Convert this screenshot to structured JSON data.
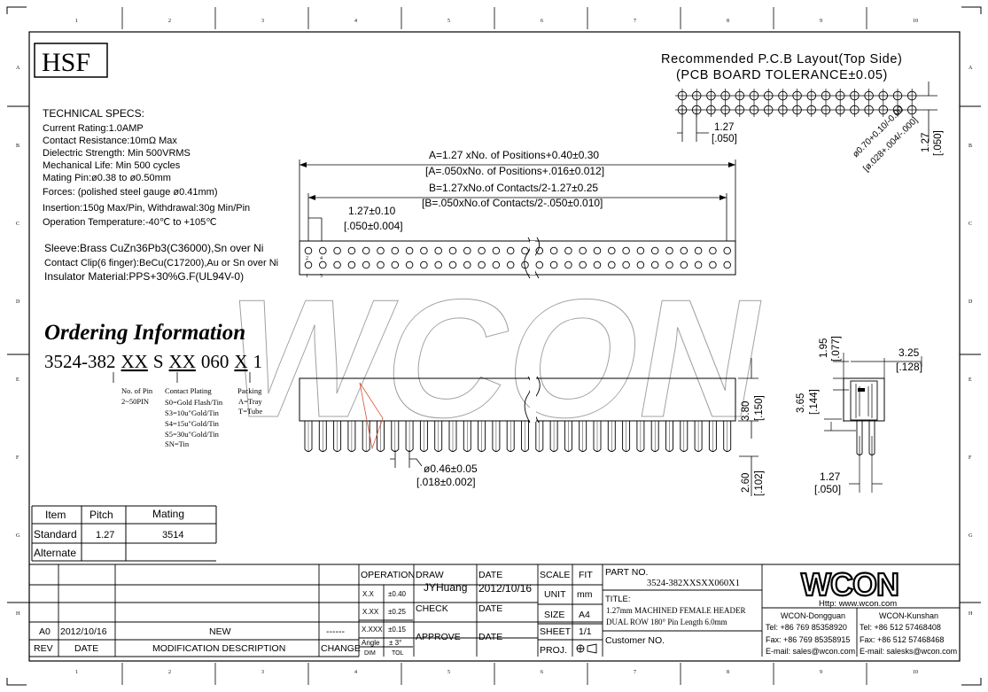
{
  "logo_text": "HSF",
  "ruler": {
    "cols": [
      "1",
      "2",
      "3",
      "4",
      "5",
      "6",
      "7",
      "8",
      "9",
      "10"
    ],
    "rows": [
      "A",
      "B",
      "C",
      "D",
      "E",
      "F",
      "G",
      "H"
    ]
  },
  "specs": {
    "title": "TECHNICAL SPECS:",
    "lines": [
      "Current Rating:1.0AMP",
      "Contact Resistance:10mΩ Max",
      "Dielectric Strength: Min 500VRMS",
      "Mechanical Life: Min 500 cycles",
      "Mating Pin:ø0.38 to ø0.50mm",
      "Forces: (polished steel gauge ø0.41mm)",
      "Insertion:150g Max/Pin, Withdrawal:30g Min/Pin",
      "Operation Temperature:-40℃ to +105℃"
    ],
    "materials": [
      "Sleeve:Brass CuZn36Pb3(C36000),Sn over Ni",
      "Contact Clip(6 finger):BeCu(C17200),Au or Sn over Ni",
      "Insulator Material:PPS+30%G.F(UL94V-0)"
    ]
  },
  "ordering": {
    "title": "Ordering Information",
    "code": {
      "prefix": "3524-382",
      "xx1": "XX",
      "s": "S",
      "xx2": "XX",
      "mid": "060",
      "x": "X",
      "end": "1"
    },
    "pin_label": [
      "No. of Pin",
      "2~50PIN"
    ],
    "plating_label": [
      "Contact Plating",
      "S0=Gold Flash/Tin",
      "S3=10u\"Gold/Tin",
      "S4=15u\"Gold/Tin",
      "S5=30u\"Gold/Tin",
      "SN=Tin"
    ],
    "packing_label": [
      "Packing",
      "A=Tray",
      "T=Tube"
    ]
  },
  "pcb": {
    "title": "Recommended P.C.B Layout(Top Side)",
    "tolerance": "(PCB BOARD TOLERANCE±0.05)",
    "pitch": "1.27",
    "pitch_in": "[.050]",
    "hole": "ø0.70+0.10/-0.00",
    "hole_in": "[ø.028+.004/-.000]",
    "row": "1.27",
    "row_in": "[.050]"
  },
  "top_dims": {
    "a": "A=1.27 xNo. of Positions+0.40±0.30",
    "a_in": "[A=.050xNo. of Positions+.016±0.012]",
    "b": "B=1.27xNo.of Contacts/2-1.27±0.25",
    "b_in": "[B=.050xNo.of Contacts/2-.050±0.010]",
    "pitch": "1.27±0.10",
    "pitch_in": "[.050±0.004]",
    "pin_nums": [
      "2",
      "4",
      "1",
      "3"
    ]
  },
  "side_dims": {
    "height": "3.80",
    "height_in": "[.150]",
    "tail": "2.60",
    "tail_in": "[.102]",
    "dia": "ø0.46±0.05",
    "dia_in": "[.018±0.002]"
  },
  "end_dims": {
    "top": "1.95",
    "top_in": "[.077]",
    "width": "3.25",
    "width_in": "[.128]",
    "mid": "3.65",
    "mid_in": "[.144]",
    "pitch": "1.27",
    "pitch_in": "[.050]"
  },
  "mating_table": {
    "headers": [
      "Item",
      "Pitch",
      "Mating"
    ],
    "rows": [
      [
        "Standard",
        "1.27",
        "3514"
      ],
      [
        "Alternate",
        "",
        ""
      ]
    ]
  },
  "watermark": "WCON",
  "title_block": {
    "rev_row": [
      "A0",
      "2012/10/16",
      "NEW",
      "------"
    ],
    "rev_headers": [
      "REV",
      "DATE",
      "MODIFICATION DESCRIPTION",
      "CHANGE"
    ],
    "operation": "OPERATION",
    "tol_rows": [
      [
        "X.X",
        "±0.40"
      ],
      [
        "X.XX",
        "±0.25"
      ],
      [
        "X.XXX",
        "±0.15"
      ],
      [
        "Angle",
        "± 3°"
      ],
      [
        "DIM",
        "TOL"
      ]
    ],
    "draw": "DRAW",
    "draw_name": "JYHuang",
    "check": "CHECK",
    "approve": "APPROVE",
    "date": "DATE",
    "draw_date": "2012/10/16",
    "scale": "SCALE",
    "fit": "FIT",
    "unit": "UNIT",
    "mm": "mm",
    "size": "SIZE",
    "a4": "A4",
    "sheet": "SHEET",
    "sheet_val": "1/1",
    "proj": "PROJ.",
    "part_no_label": "PART NO.",
    "part_no": "3524-382XXSXX060X1",
    "title_label": "TITLE:",
    "title_1": "1.27mm MACHINED FEMALE HEADER",
    "title_2": "DUAL ROW 180° Pin Length 6.0mm",
    "customer": "Customer NO.",
    "logo": "WCON",
    "http": "Http: www.wcon.com",
    "dg_name": "WCON-Dongguan",
    "dg_tel": "Tel: +86 769 85358920",
    "dg_fax": "Fax: +86 769 85358915",
    "dg_mail": "E-mail: sales@wcon.com",
    "ks_name": "WCON-Kunshan",
    "ks_tel": "Tel: +86 512 57468408",
    "ks_fax": "Fax: +86 512 57468468",
    "ks_mail": "E-mail: salesks@wcon.com"
  }
}
